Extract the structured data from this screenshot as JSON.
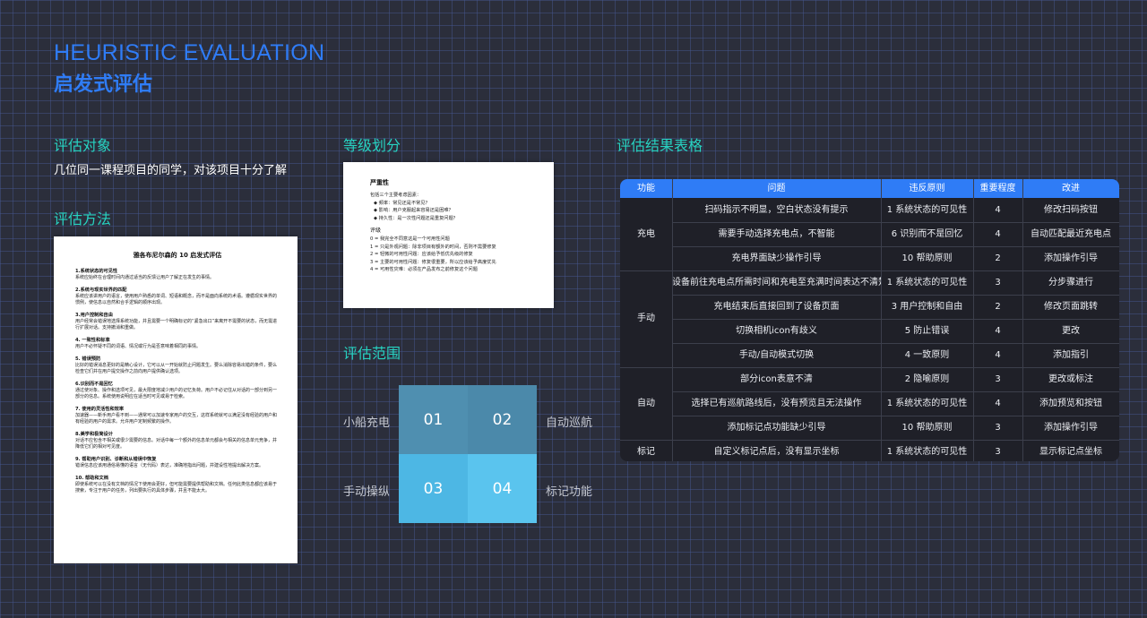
{
  "header": {
    "title_en": "HEURISTIC EVALUATION",
    "title_zh": "启发式评估"
  },
  "object": {
    "heading": "评估对象",
    "text": "几位同一课程项目的同学，对该项目十分了解"
  },
  "method": {
    "heading": "评估方法",
    "doc_title": "雅各布尼尔森的 10 启发式评估",
    "items": [
      {
        "head": "1.系统状态的可见性",
        "body": "系统应始终在合理时间内通过适当的反馈让用户了解正在发生的事情。"
      },
      {
        "head": "2.系统与现实世界的匹配",
        "body": "系统应该讲用户的语言，使用用户熟悉的单词、短语和概念，而不是面向系统的术语。遵循现实世界的惯例，使信息以自然和合乎逻辑的顺序出现。"
      },
      {
        "head": "3.用户控制和自由",
        "body": "用户经常会错误地选择系统功能，并且需要一个明确标记的“紧急出口”来离开不需要的状态，而无需进行扩展对话。支持撤消和重做。"
      },
      {
        "head": "4. 一致性和标准",
        "body": "用户不必怀疑不同的词语、情况或行为是否意味着相同的事情。"
      },
      {
        "head": "5. 错误预防",
        "body": "比好的错误消息更好的是精心设计，它可以从一开始就防止问题发生。要么消除容易出错的条件，要么检查它们并在用户提交操作之前向用户提供确认选项。"
      },
      {
        "head": "6.识别而不是回忆",
        "body": "通过使对象、操作和选项可见，最大限度地减少用户的记忆负荷。用户不必记住从对话的一部分到另一部分的信息。系统使用说明应在适当时可见或易于检索。"
      },
      {
        "head": "7. 使用的灵活性和效率",
        "body": "加速器——新手用户看不到——通常可以加速专家用户的交互，这样系统就可以满足没有经验的用户和有经验的用户的需求。允许用户定制频繁的操作。"
      },
      {
        "head": "8.美学和极简设计",
        "body": "对话不应包含不相关或很少需要的信息。对话中每一个额外的信息单元都会与相关的信息单元竞争，并降低它们的相对可见度。"
      },
      {
        "head": "9. 帮助用户识别、诊断和从错误中恢复",
        "body": "错误信息应该用通俗易懂的语言（无代码）表达，准确地指出问题，并建设性地提出解决方案。"
      },
      {
        "head": "10. 帮助和文档",
        "body": "即使系统可以在没有文档的情况下使用会更好，但可能需要提供帮助和文档。任何此类信息都应该易于搜索，专注于用户的任务，列出要执行的具体步骤，并且不能太大。"
      }
    ]
  },
  "grading": {
    "heading": "等级划分",
    "title": "严重性",
    "intro": "包括三个主要考虑因素：",
    "factors": [
      "◆ 频率：常见还是不常见？",
      "◆ 影响：用户克服起来容易还是困难？",
      "◆ 持久性：是一次性问题还是重复问题？"
    ],
    "sub": "评级",
    "levels": [
      "0 = 我完全不同意这是一个可用性问题",
      "1 = 只是外观问题：除非项目有额外的时间，否则不需要修复",
      "2 = 轻微的可用性问题：应该给予低优先级的修复",
      "3 = 主要的可用性问题：修复很重要，所以应该给予高度优先",
      "4 = 可用性灾难：必须在产品发布之前修复这个问题"
    ]
  },
  "scope": {
    "heading": "评估范围",
    "quadrants": [
      "01",
      "02",
      "03",
      "04"
    ],
    "labels": [
      "小船充电",
      "自动巡航",
      "手动操纵",
      "标记功能"
    ],
    "colors": [
      "#4f8fb0",
      "#4b89aa",
      "#4db7e4",
      "#5ac4ee"
    ]
  },
  "results": {
    "heading": "评估结果表格",
    "columns": [
      "功能",
      "问题",
      "违反原则",
      "重要程度",
      "改进"
    ],
    "groups": [
      {
        "name": "充电",
        "rows": 3
      },
      {
        "name": "手动",
        "rows": 4
      },
      {
        "name": "自动",
        "rows": 3
      },
      {
        "name": "标记",
        "rows": 1
      }
    ],
    "rows": [
      {
        "issue": "扫码指示不明显，空白状态没有提示",
        "principle": "1 系统状态的可见性",
        "severity": "4",
        "fix": "修改扫码按钮"
      },
      {
        "issue": "需要手动选择充电点，不智能",
        "principle": "6 识别而不是回忆",
        "severity": "4",
        "fix": "自动匹配最近充电点"
      },
      {
        "issue": "充电界面缺少操作引导",
        "principle": "10 帮助原则",
        "severity": "2",
        "fix": "添加操作引导"
      },
      {
        "issue": "设备前往充电点所需时间和充电至充满时间表达不清楚",
        "principle": "1 系统状态的可见性",
        "severity": "3",
        "fix": "分步骤进行"
      },
      {
        "issue": "充电结束后直接回到了设备页面",
        "principle": "3 用户控制和自由",
        "severity": "2",
        "fix": "修改页面跳转"
      },
      {
        "issue": "切换相机icon有歧义",
        "principle": "5 防止错误",
        "severity": "4",
        "fix": "更改"
      },
      {
        "issue": "手动/自动模式切换",
        "principle": "4 一致原则",
        "severity": "4",
        "fix": "添加指引"
      },
      {
        "issue": "部分icon表意不清",
        "principle": "2 隐喻原则",
        "severity": "3",
        "fix": "更改或标注"
      },
      {
        "issue": "选择已有巡航路线后，没有预览且无法操作",
        "principle": "1 系统状态的可见性",
        "severity": "4",
        "fix": "添加预览和按钮"
      },
      {
        "issue": "添加标记点功能缺少引导",
        "principle": "10 帮助原则",
        "severity": "3",
        "fix": "添加操作引导"
      },
      {
        "issue": "自定义标记点后，没有显示坐标",
        "principle": "1 系统状态的可见性",
        "severity": "3",
        "fix": "显示标记点坐标"
      }
    ]
  }
}
